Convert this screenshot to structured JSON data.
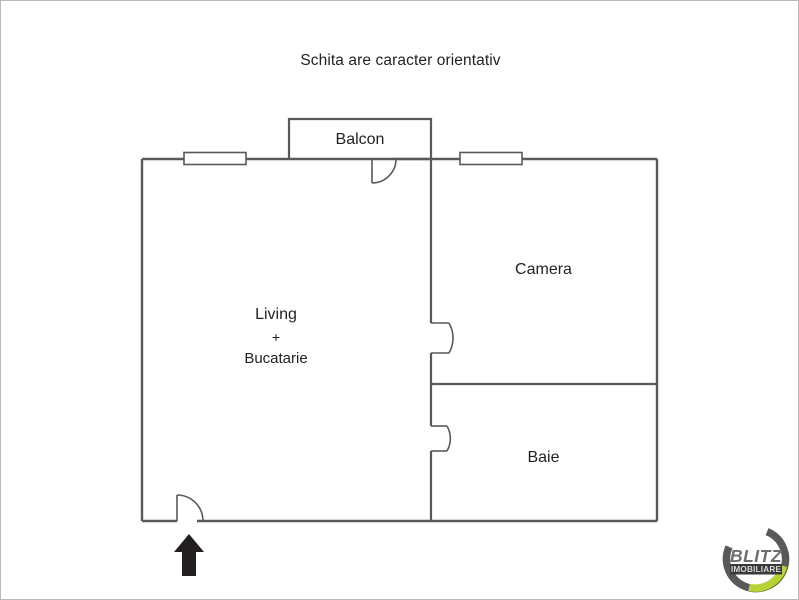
{
  "page": {
    "title": "Schita are caracter orientativ",
    "background_color": "#ffffff",
    "border_color": "#b9b9b9",
    "wall_color": "#58595b",
    "text_color": "#231f20"
  },
  "rooms": [
    {
      "id": "balcon",
      "label": "Balcon"
    },
    {
      "id": "camera",
      "label": "Camera"
    },
    {
      "id": "baie",
      "label": "Baie"
    },
    {
      "id": "living",
      "label": "Living"
    },
    {
      "id": "plus",
      "label": "+"
    },
    {
      "id": "bucatarie",
      "label": "Bucatarie"
    }
  ],
  "features": {
    "window_left": "window-icon",
    "window_right": "window-icon",
    "door_balcon": "door-swing-icon",
    "door_camera": "door-swing-icon",
    "door_baie": "door-swing-icon",
    "door_entrance": "door-swing-icon",
    "entrance_arrow": "up-arrow-icon"
  },
  "logo": {
    "brand": "BLITZ",
    "tagline": "IMOBILIARE",
    "ring_dark_color": "#58595b",
    "ring_accent_color": "#b5d334",
    "text_color": "#6d6e71",
    "tagline_bg_color": "#3a3a3a"
  }
}
